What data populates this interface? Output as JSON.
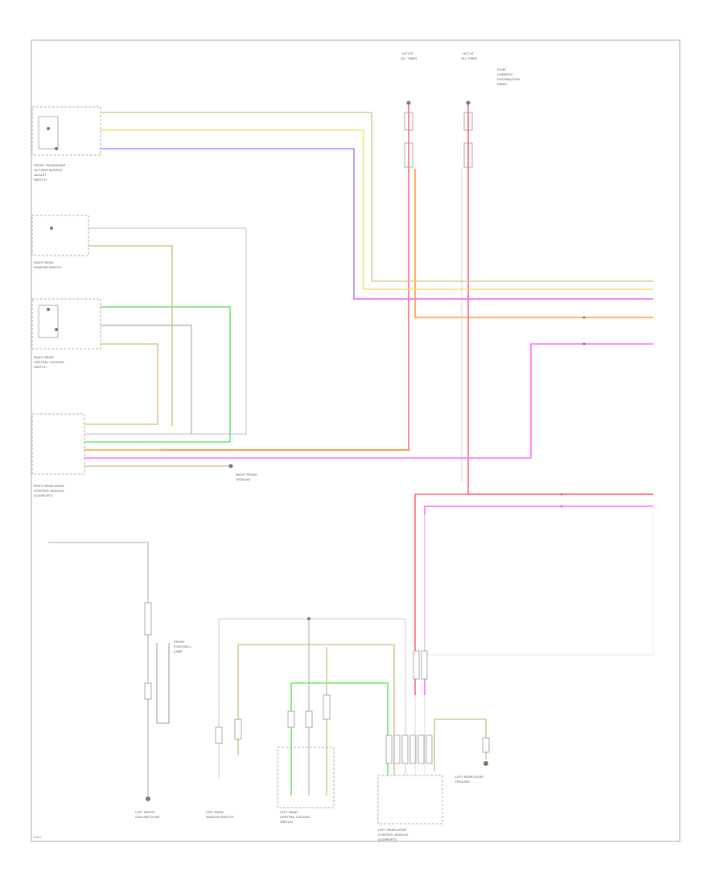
{
  "labels": {
    "fuse_a_top": "HOT AT",
    "fuse_a_sub": "ALL TIMES",
    "fuse_b_top": "HOT AT",
    "fuse_b_sub": "ALL TIMES",
    "fuse_b_note1": "FUSE",
    "fuse_b_note2": "CURRENT",
    "fuse_b_note3": "DISTRIBUTION",
    "fuse_b_note4": "PANEL",
    "fp_switch_1": "FRONT PASSENGER",
    "fp_switch_2": "OUTSIDE MIRROR",
    "fp_switch_3": "ADJUST",
    "fp_switch_4": "SWITCH",
    "rr_switch_1": "RIGHT REAR",
    "rr_switch_2": "WINDOW SWITCH",
    "rr_cl_1": "RIGHT REAR",
    "rr_cl_2": "CENTRAL LOCKING",
    "rr_cl_3": "SWITCH",
    "rdoor_1": "RIGHT REAR DOOR",
    "rdoor_2": "CONTROL MODULE",
    "rdoor_3": "(COMFORT)",
    "ground_r_1": "RIGHT FRONT",
    "ground_r_2": "GROUND",
    "ground_b_1": "LEFT FRONT",
    "ground_b_2": "GROUND POINT",
    "lamp_1": "FRONT",
    "lamp_2": "FOOTWELL",
    "lamp_3": "LAMP",
    "lr_switch_1": "LEFT REAR",
    "lr_switch_2": "WINDOW SWITCH",
    "lr_cl_1": "LEFT REAR",
    "lr_cl_2": "CENTRAL LOCKING",
    "lr_cl_3": "SWITCH",
    "ldoor_1": "LEFT REAR DOOR",
    "ldoor_2": "CONTROL MODULE",
    "ldoor_3": "(COMFORT)",
    "ground_l_1": "LEFT REAR DOOR",
    "ground_l_2": "GROUND",
    "page_num": "1 of 2"
  },
  "colors": {
    "red": "#ff6b7a",
    "yellow": "#f2e46a",
    "tan": "#d8c890",
    "violet": "#a38cff",
    "magenta": "#ff6eff",
    "orange": "#ff9a3c",
    "green": "#6de86d",
    "gray": "#b8b8b8",
    "brown": "#b08a5a",
    "pink": "#ff9acb"
  },
  "icons": [
    "switch-icon",
    "ground-icon",
    "connector-icon",
    "splice-icon"
  ]
}
